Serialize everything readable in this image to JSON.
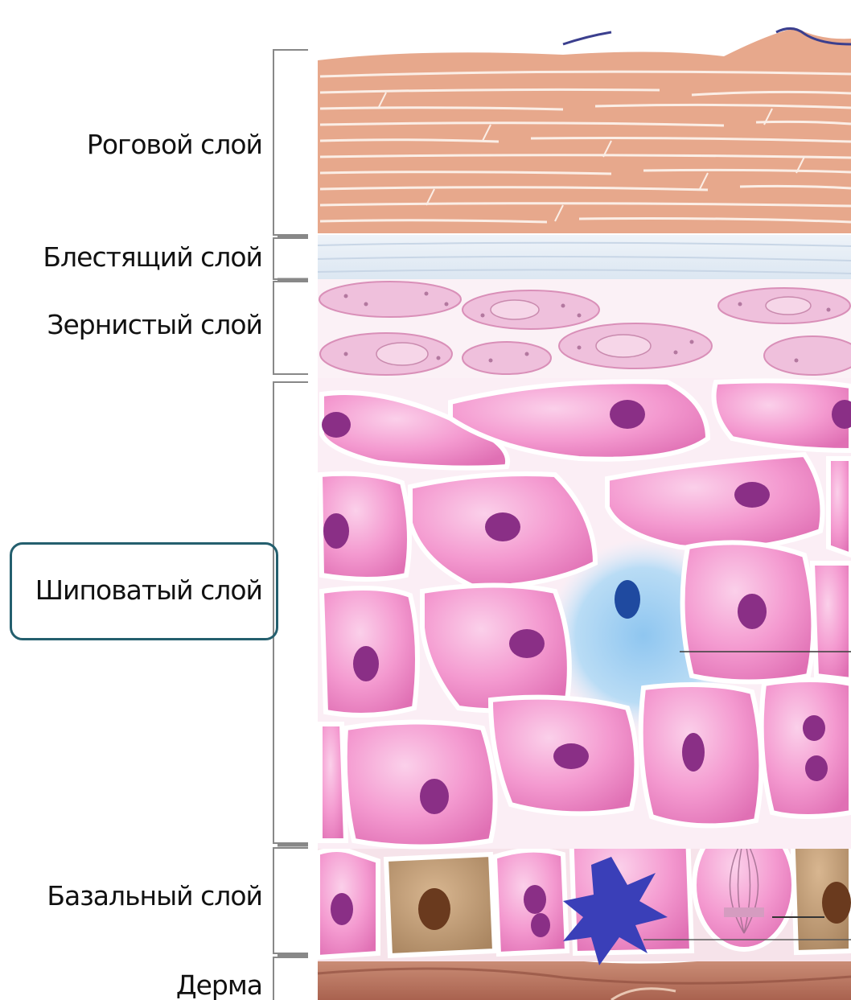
{
  "layers": [
    {
      "id": "horny",
      "label": "Роговой слой"
    },
    {
      "id": "lucidum",
      "label": "Блестящий слой"
    },
    {
      "id": "granular",
      "label": "Зернистый слой"
    },
    {
      "id": "spinous",
      "label": "Шиповатый слой",
      "highlighted": true
    },
    {
      "id": "basal",
      "label": "Базальный слой"
    },
    {
      "id": "dermis",
      "label": "Дерма"
    }
  ],
  "colors": {
    "highlight_border": "#245f6e",
    "horny_layer": "#e7a88c",
    "lucidum_layer": "#e6eef6",
    "granular_cells": "#efc0dc",
    "spinous_cells": "#f28fc8",
    "nucleus": "#8a2f86",
    "melanocyte": "#2b5fb0",
    "langerhans_cell": "#3a3fb8",
    "basal_pigment_cells": "#b78f66",
    "dermis": "#b97b66"
  }
}
